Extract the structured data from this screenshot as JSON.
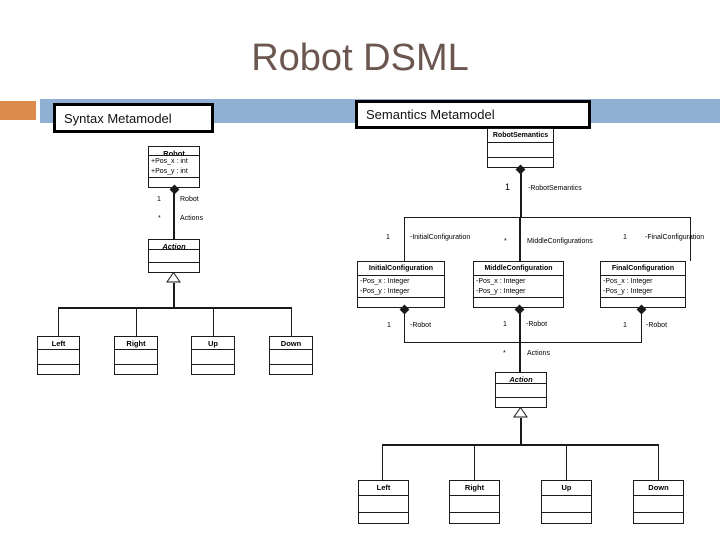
{
  "slide": {
    "title": "Robot DSML"
  },
  "sections": {
    "syntax": {
      "label": "Syntax Metamodel"
    },
    "semantics": {
      "label": "Semantics Metamodel"
    }
  },
  "colors": {
    "title": "#6b5750",
    "accent_orange": "#dd8b4c",
    "accent_blue": "#8fb0d3",
    "line": "#1a1a1a"
  },
  "syntax_diagram": {
    "classes": {
      "robot": {
        "name": "Robot",
        "attr1": "+Pos_x : int",
        "attr2": "+Pos_y : int"
      },
      "action": {
        "name": "Action"
      },
      "left": {
        "name": "Left"
      },
      "right": {
        "name": "Right"
      },
      "up": {
        "name": "Up"
      },
      "down": {
        "name": "Down"
      }
    },
    "associations": {
      "robot_end_mult": "1",
      "robot_end_role": "Robot",
      "action_end_mult": "*",
      "action_end_role": "Actions"
    }
  },
  "semantics_diagram": {
    "classes": {
      "robot_semantics": {
        "name": "RobotSemantics"
      },
      "initial_configuration": {
        "name": "InitialConfiguration",
        "attr1": "-Pos_x : Integer",
        "attr2": "-Pos_y : Integer"
      },
      "middle_configuration": {
        "name": "MiddleConfiguration",
        "attr1": "-Pos_x : Integer",
        "attr2": "-Pos_y : Integer"
      },
      "final_configuration": {
        "name": "FinalConfiguration",
        "attr1": "-Pos_x : Integer",
        "attr2": "-Pos_y : Integer"
      },
      "action": {
        "name": "Action"
      },
      "left": {
        "name": "Left"
      },
      "right": {
        "name": "Right"
      },
      "up": {
        "name": "Up"
      },
      "down": {
        "name": "Down"
      }
    },
    "associations": {
      "robot_semantics_mult": "1",
      "robot_semantics_role": "-RobotSemantics",
      "initial_mult": "1",
      "initial_role": "-InitialConfiguration",
      "middle_mult": "*",
      "middle_role": "MiddleConfigurations",
      "final_mult": "1",
      "final_role": "-FinalConfiguration",
      "initial_robot_mult": "1",
      "initial_robot_role": "-Robot",
      "middle_robot_mult": "1",
      "middle_robot_role": "-Robot",
      "final_robot_mult": "1",
      "final_robot_role": "-Robot",
      "actions_mult": "*",
      "actions_role": "Actions"
    }
  }
}
